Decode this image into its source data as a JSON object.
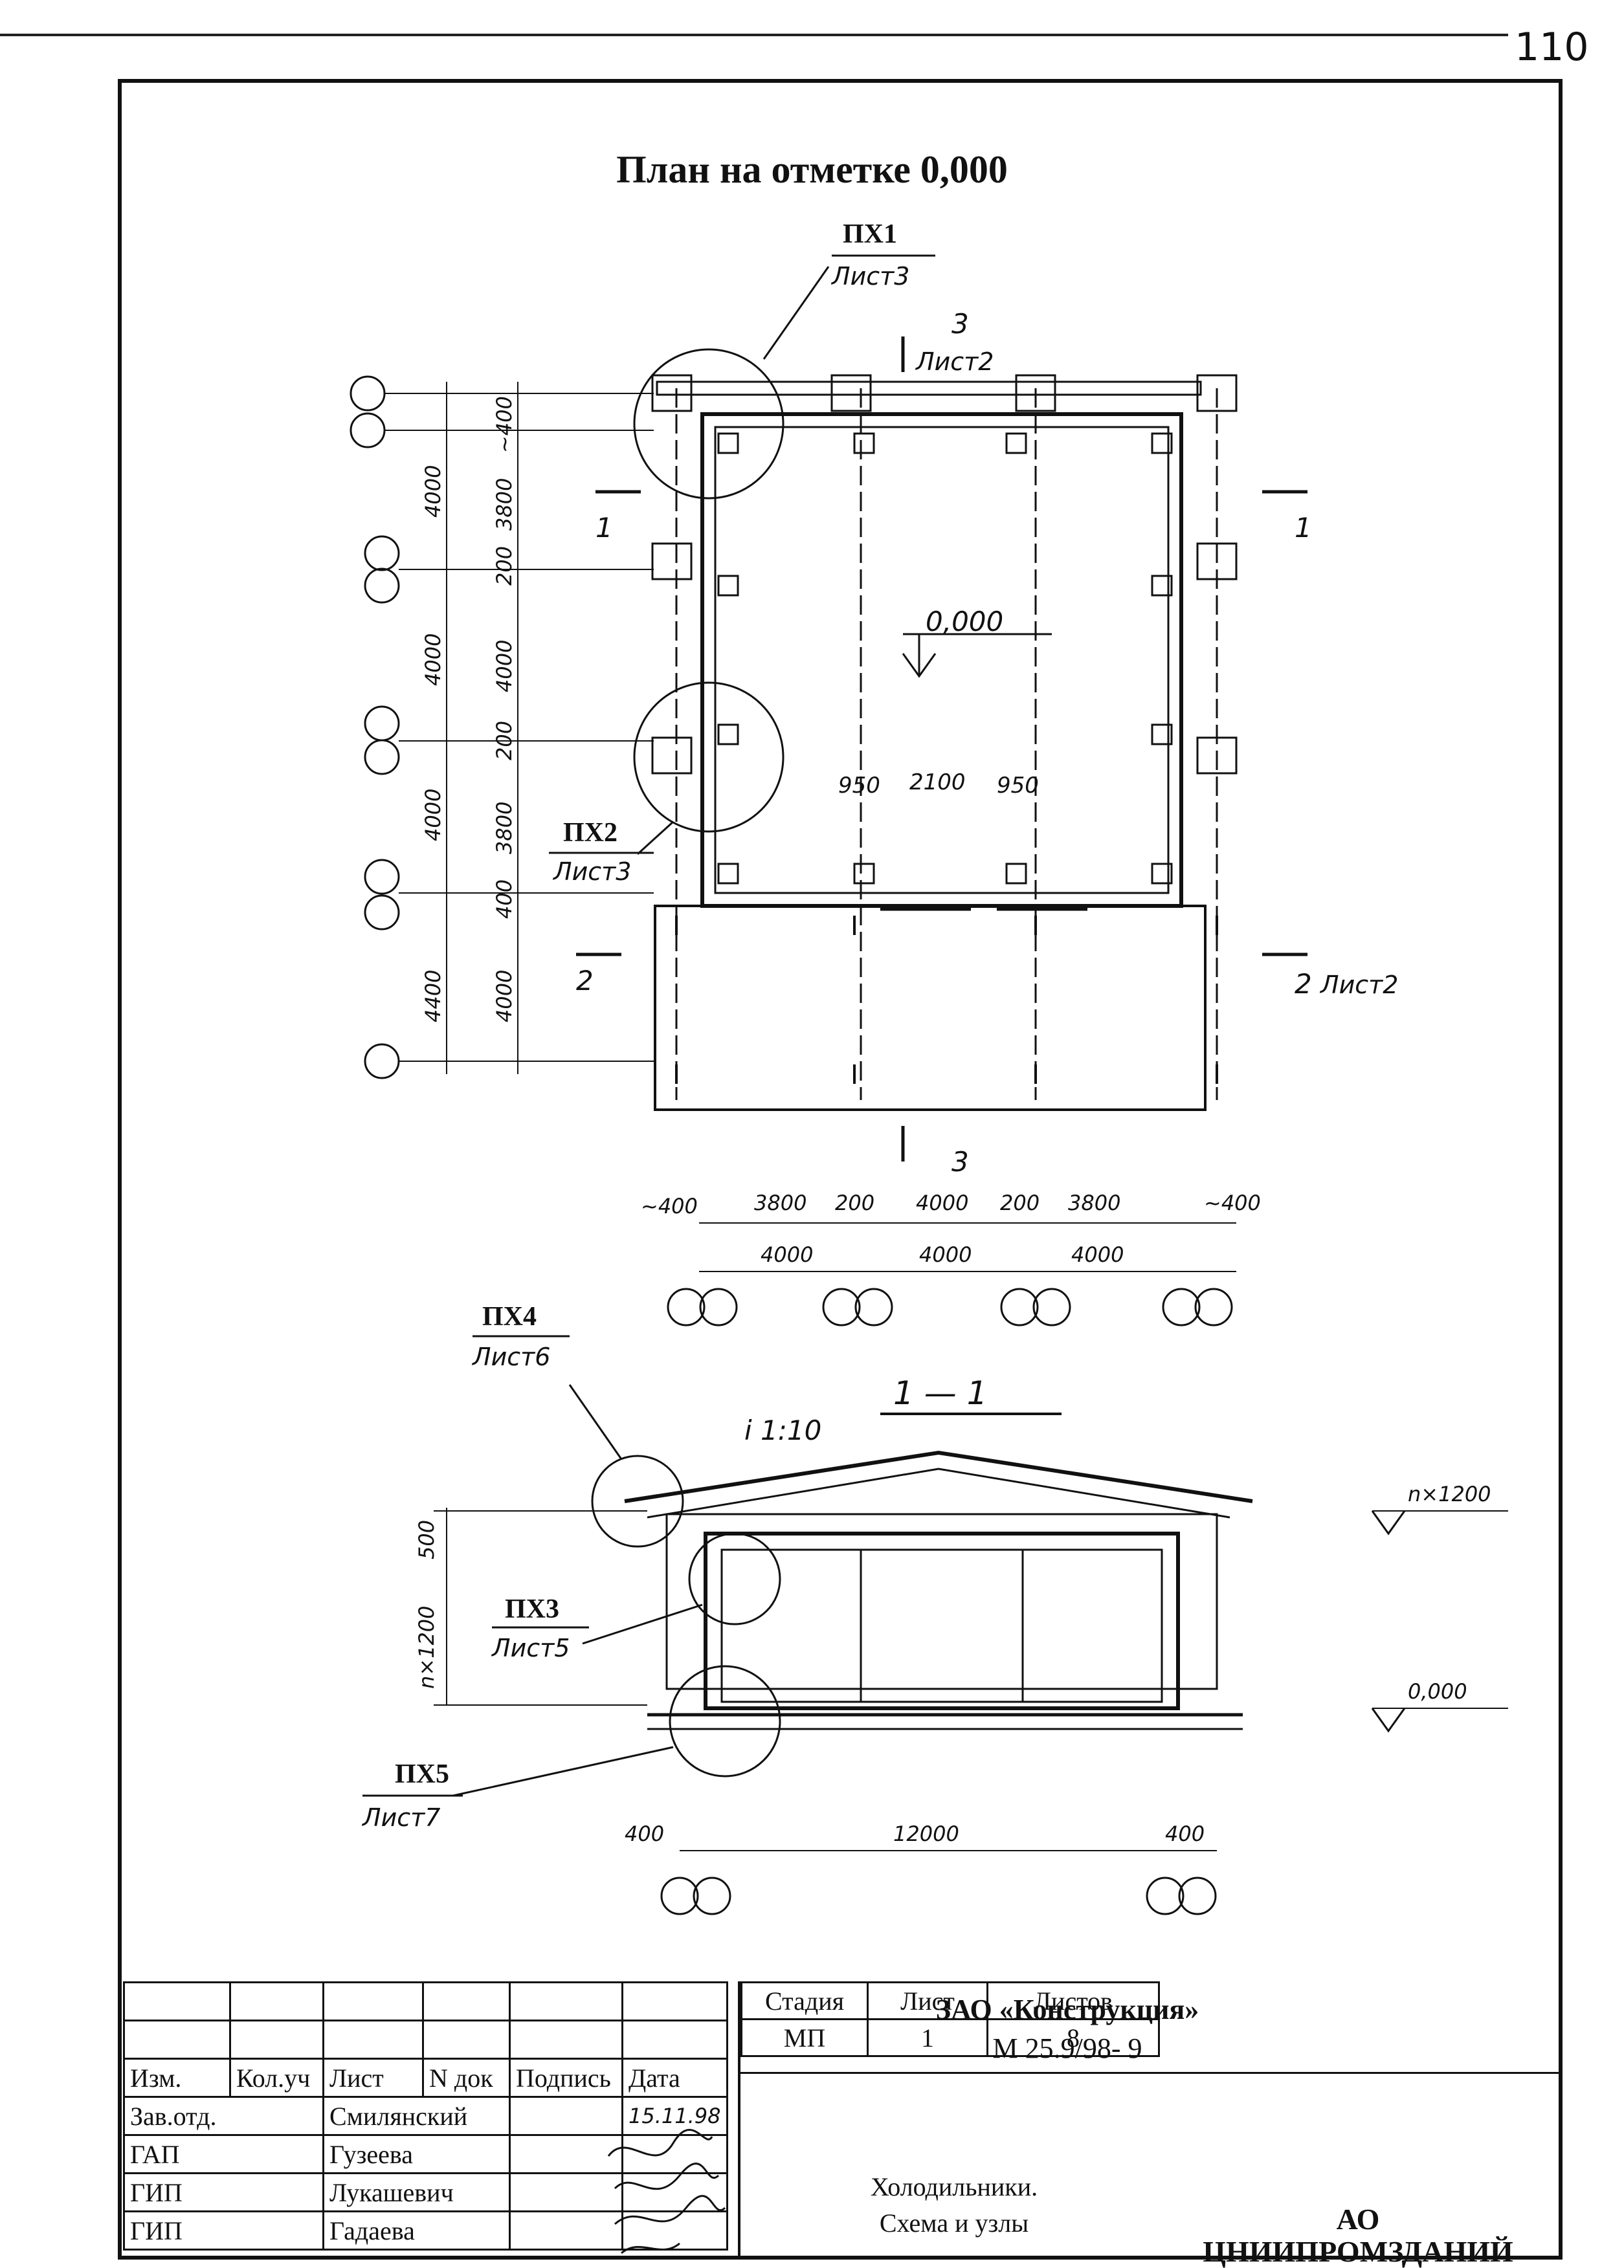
{
  "corner_number": "110",
  "title": "План на отметке 0,000",
  "callouts": {
    "px1": {
      "label": "ПХ1",
      "sheet": "Лист3"
    },
    "px2": {
      "label": "ПХ2",
      "sheet": "Лист3"
    },
    "px3": {
      "label": "ПХ3",
      "sheet": "Лист5"
    },
    "px4": {
      "label": "ПХ4",
      "sheet": "Лист6"
    },
    "px5": {
      "label": "ПХ5",
      "sheet": "Лист7"
    }
  },
  "section_marks": {
    "s3_top": {
      "num": "3",
      "sheet": "Лист2"
    },
    "s3_bottom": "3",
    "s1_left": "1",
    "s1_right": "1",
    "s2_left": "2",
    "s2_right": "2",
    "s2_right_sheet": "Лист2"
  },
  "plan": {
    "level_mark": "0,000",
    "door_dims": [
      "950",
      "2100",
      "950"
    ],
    "left_dims_outer": [
      "4000",
      "4000",
      "4000",
      "4400"
    ],
    "left_dims_inner": [
      "~400",
      "3800",
      "200",
      "4000",
      "200",
      "3800",
      "400",
      "4000"
    ],
    "bottom_dims_top": [
      "~400",
      "3800",
      "200",
      "4000",
      "200",
      "3800",
      "~400"
    ],
    "bottom_dims_bottom": [
      "4000",
      "4000",
      "4000"
    ]
  },
  "section": {
    "title": "1 — 1",
    "slope": "i 1:10",
    "left_dims": [
      "500",
      "n×1200"
    ],
    "right_marks": [
      "n×1200",
      "0,000"
    ],
    "bottom_dims": [
      "400",
      "12000",
      "400"
    ]
  },
  "title_block": {
    "organization": "ЗАО «Конструкция»",
    "code": "М 25.9/98- 9",
    "headers": [
      "Изм.",
      "Кол.уч",
      "Лист",
      "N док",
      "Подпись",
      "Дата"
    ],
    "rows": [
      {
        "role": "Зав.отд.",
        "name": "Смилянский",
        "date": "15.11.98"
      },
      {
        "role": "ГАП",
        "name": "Гузеева",
        "date": ""
      },
      {
        "role": "ГИП",
        "name": "Лукашевич",
        "date": ""
      },
      {
        "role": "ГИП",
        "name": "Гадаева",
        "date": ""
      }
    ],
    "object_line1": "Холодильники.",
    "object_line2": "Схема и узлы",
    "stage_headers": [
      "Стадия",
      "Лист",
      "Листов"
    ],
    "stage_values": [
      "МП",
      "1",
      "8"
    ],
    "institute_line1": "АО",
    "institute_line2": "ЦНИИПРОМЗДАНИЙ"
  }
}
